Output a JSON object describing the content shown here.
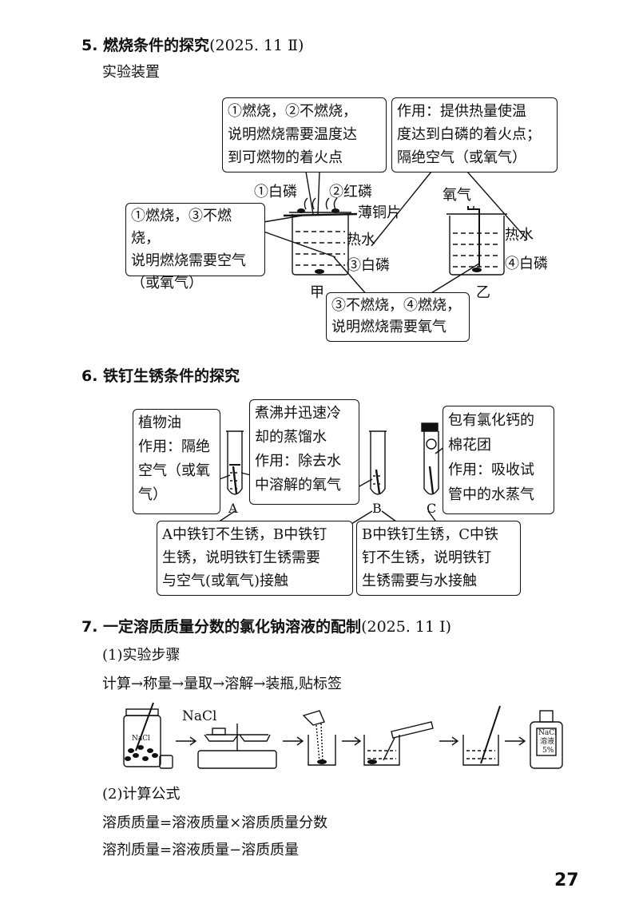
{
  "sec5": {
    "title": "5. 燃烧条件的探究",
    "ref": "(2025. 11 Ⅱ)",
    "subtitle": "实验装置",
    "box_top_left": [
      "①燃烧，②不燃烧，",
      "说明燃烧需要温度达",
      "到可燃物的着火点"
    ],
    "box_top_right": [
      "作用：提供热量使温",
      "度达到白磷的着火点；",
      "隔绝空气（或氧气）"
    ],
    "box_left": [
      "①燃烧，③不燃烧，",
      "说明燃烧需要空气",
      "（或氧气）"
    ],
    "box_bottom": [
      "③不燃烧，④燃烧，",
      "说明燃烧需要氧气"
    ],
    "labels": {
      "p1": "①白磷",
      "p2": "②红磷",
      "copper": "薄铜片",
      "hot_water_a": "热水",
      "p3": "③白磷",
      "oxygen": "氧气",
      "hot_water_b": "热水",
      "p4": "④白磷",
      "jia": "甲",
      "yi": "乙"
    }
  },
  "sec6": {
    "title": "6. 铁钉生锈条件的探究",
    "box_a": [
      "植物油",
      "作用：隔绝",
      "空气（或氧",
      "气）"
    ],
    "box_b": [
      "煮沸并迅速冷",
      "却的蒸馏水",
      "作用：除去水",
      "中溶解的氧气"
    ],
    "box_c": [
      "包有氯化钙的",
      "棉花团",
      "作用：吸收试",
      "管中的水蒸气"
    ],
    "box_ab": [
      "A中铁钉不生锈，B中铁钉",
      "生锈，说明铁钉生锈需要",
      "与空气(或氧气)接触"
    ],
    "box_bc": [
      "B中铁钉生锈，C中铁",
      "钉不生锈，说明铁钉",
      "生锈需要与水接触"
    ],
    "tube_labels": [
      "A",
      "B",
      "C"
    ]
  },
  "sec7": {
    "title": "7. 一定溶质质量分数的氯化钠溶液的配制",
    "ref": "(2025. 11 Ⅰ)",
    "step_head": "(1)实验步骤",
    "steps": "计算→称量→量取→溶解→装瓶,贴标签",
    "nacl": "NaCl",
    "jar_label": "NaCl",
    "bottle_label": [
      "NaCl",
      "溶液",
      "5%"
    ],
    "formula_head": "(2)计算公式",
    "formula1": "溶质质量=溶液质量×溶质质量分数",
    "formula2": "溶剂质量=溶液质量−溶质质量"
  },
  "page_number": "27"
}
